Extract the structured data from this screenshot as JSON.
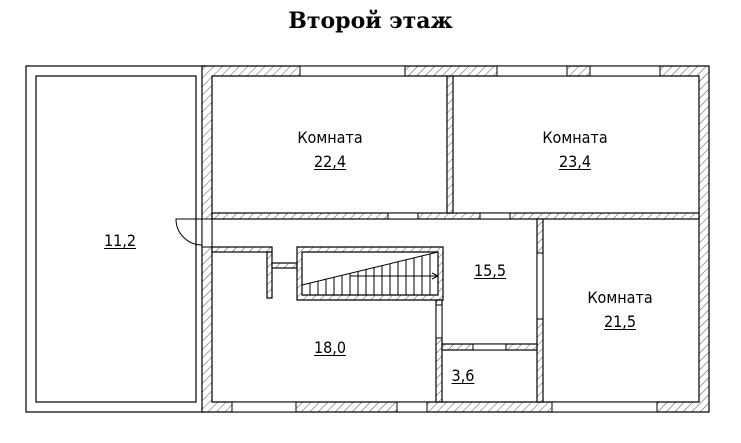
{
  "title": "Второй этаж",
  "rooms": [
    {
      "name": "Комната",
      "area": "22,4"
    },
    {
      "name": "Комната",
      "area": "23,4"
    },
    {
      "name": "Комната",
      "area": "21,5"
    },
    {
      "area": "11,2"
    },
    {
      "area": "15,5"
    },
    {
      "area": "18,0"
    },
    {
      "area": "3,6"
    }
  ]
}
